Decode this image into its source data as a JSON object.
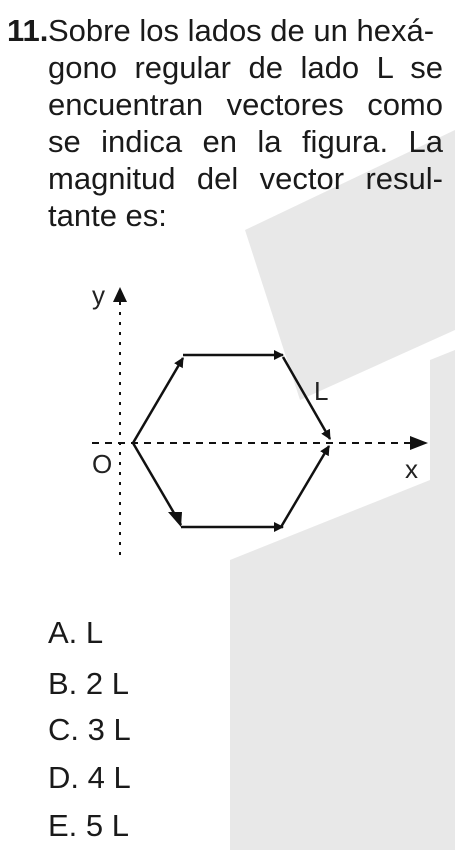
{
  "question": {
    "number": "11.",
    "lines": [
      "Sobre los lados de un hexá-",
      "gono regular de lado L se",
      "encuentran vectores como",
      "se indica en la figura. La",
      "magnitud del vector resul-",
      "tante es:"
    ]
  },
  "figure": {
    "y_axis_label": "y",
    "x_axis_label": "x",
    "origin_label": "O",
    "side_label": "L"
  },
  "options": [
    {
      "letter": "A.",
      "text": "L"
    },
    {
      "letter": "B.",
      "text": "2 L"
    },
    {
      "letter": "C.",
      "text": "3 L"
    },
    {
      "letter": "D.",
      "text": "4 L"
    },
    {
      "letter": "E.",
      "text": "5 L"
    }
  ],
  "colors": {
    "text": "#1a1a1a",
    "watermark": "#e6e6e6"
  }
}
